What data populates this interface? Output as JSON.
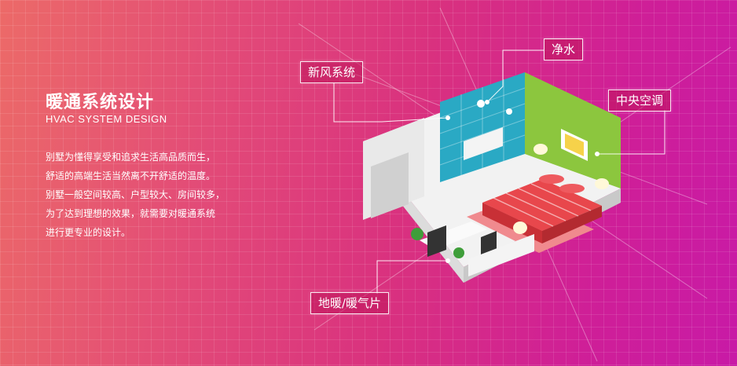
{
  "heading": {
    "title": "暖通系统设计",
    "subtitle": "HVAC SYSTEM DESIGN"
  },
  "description": {
    "lines": [
      "别墅为懂得享受和追求生活高品质而生，",
      "舒适的高端生活当然离不开舒适的温度。",
      "别墅一般空间较高、户型较大、房间较多，",
      "为了达到理想的效果，就需要对暖通系统",
      "进行更专业的设计。"
    ]
  },
  "callouts": {
    "fresh_air": "新风系统",
    "water_purification": "净水",
    "central_ac": "中央空调",
    "floor_heating": "地暖/暖气片"
  },
  "colors": {
    "gradient_start": "#ec6a68",
    "gradient_end": "#c81aa6",
    "bathroom_tile": "#2aa9c4",
    "bedroom_wall": "#8cc63e",
    "bed": "#e8474c"
  }
}
